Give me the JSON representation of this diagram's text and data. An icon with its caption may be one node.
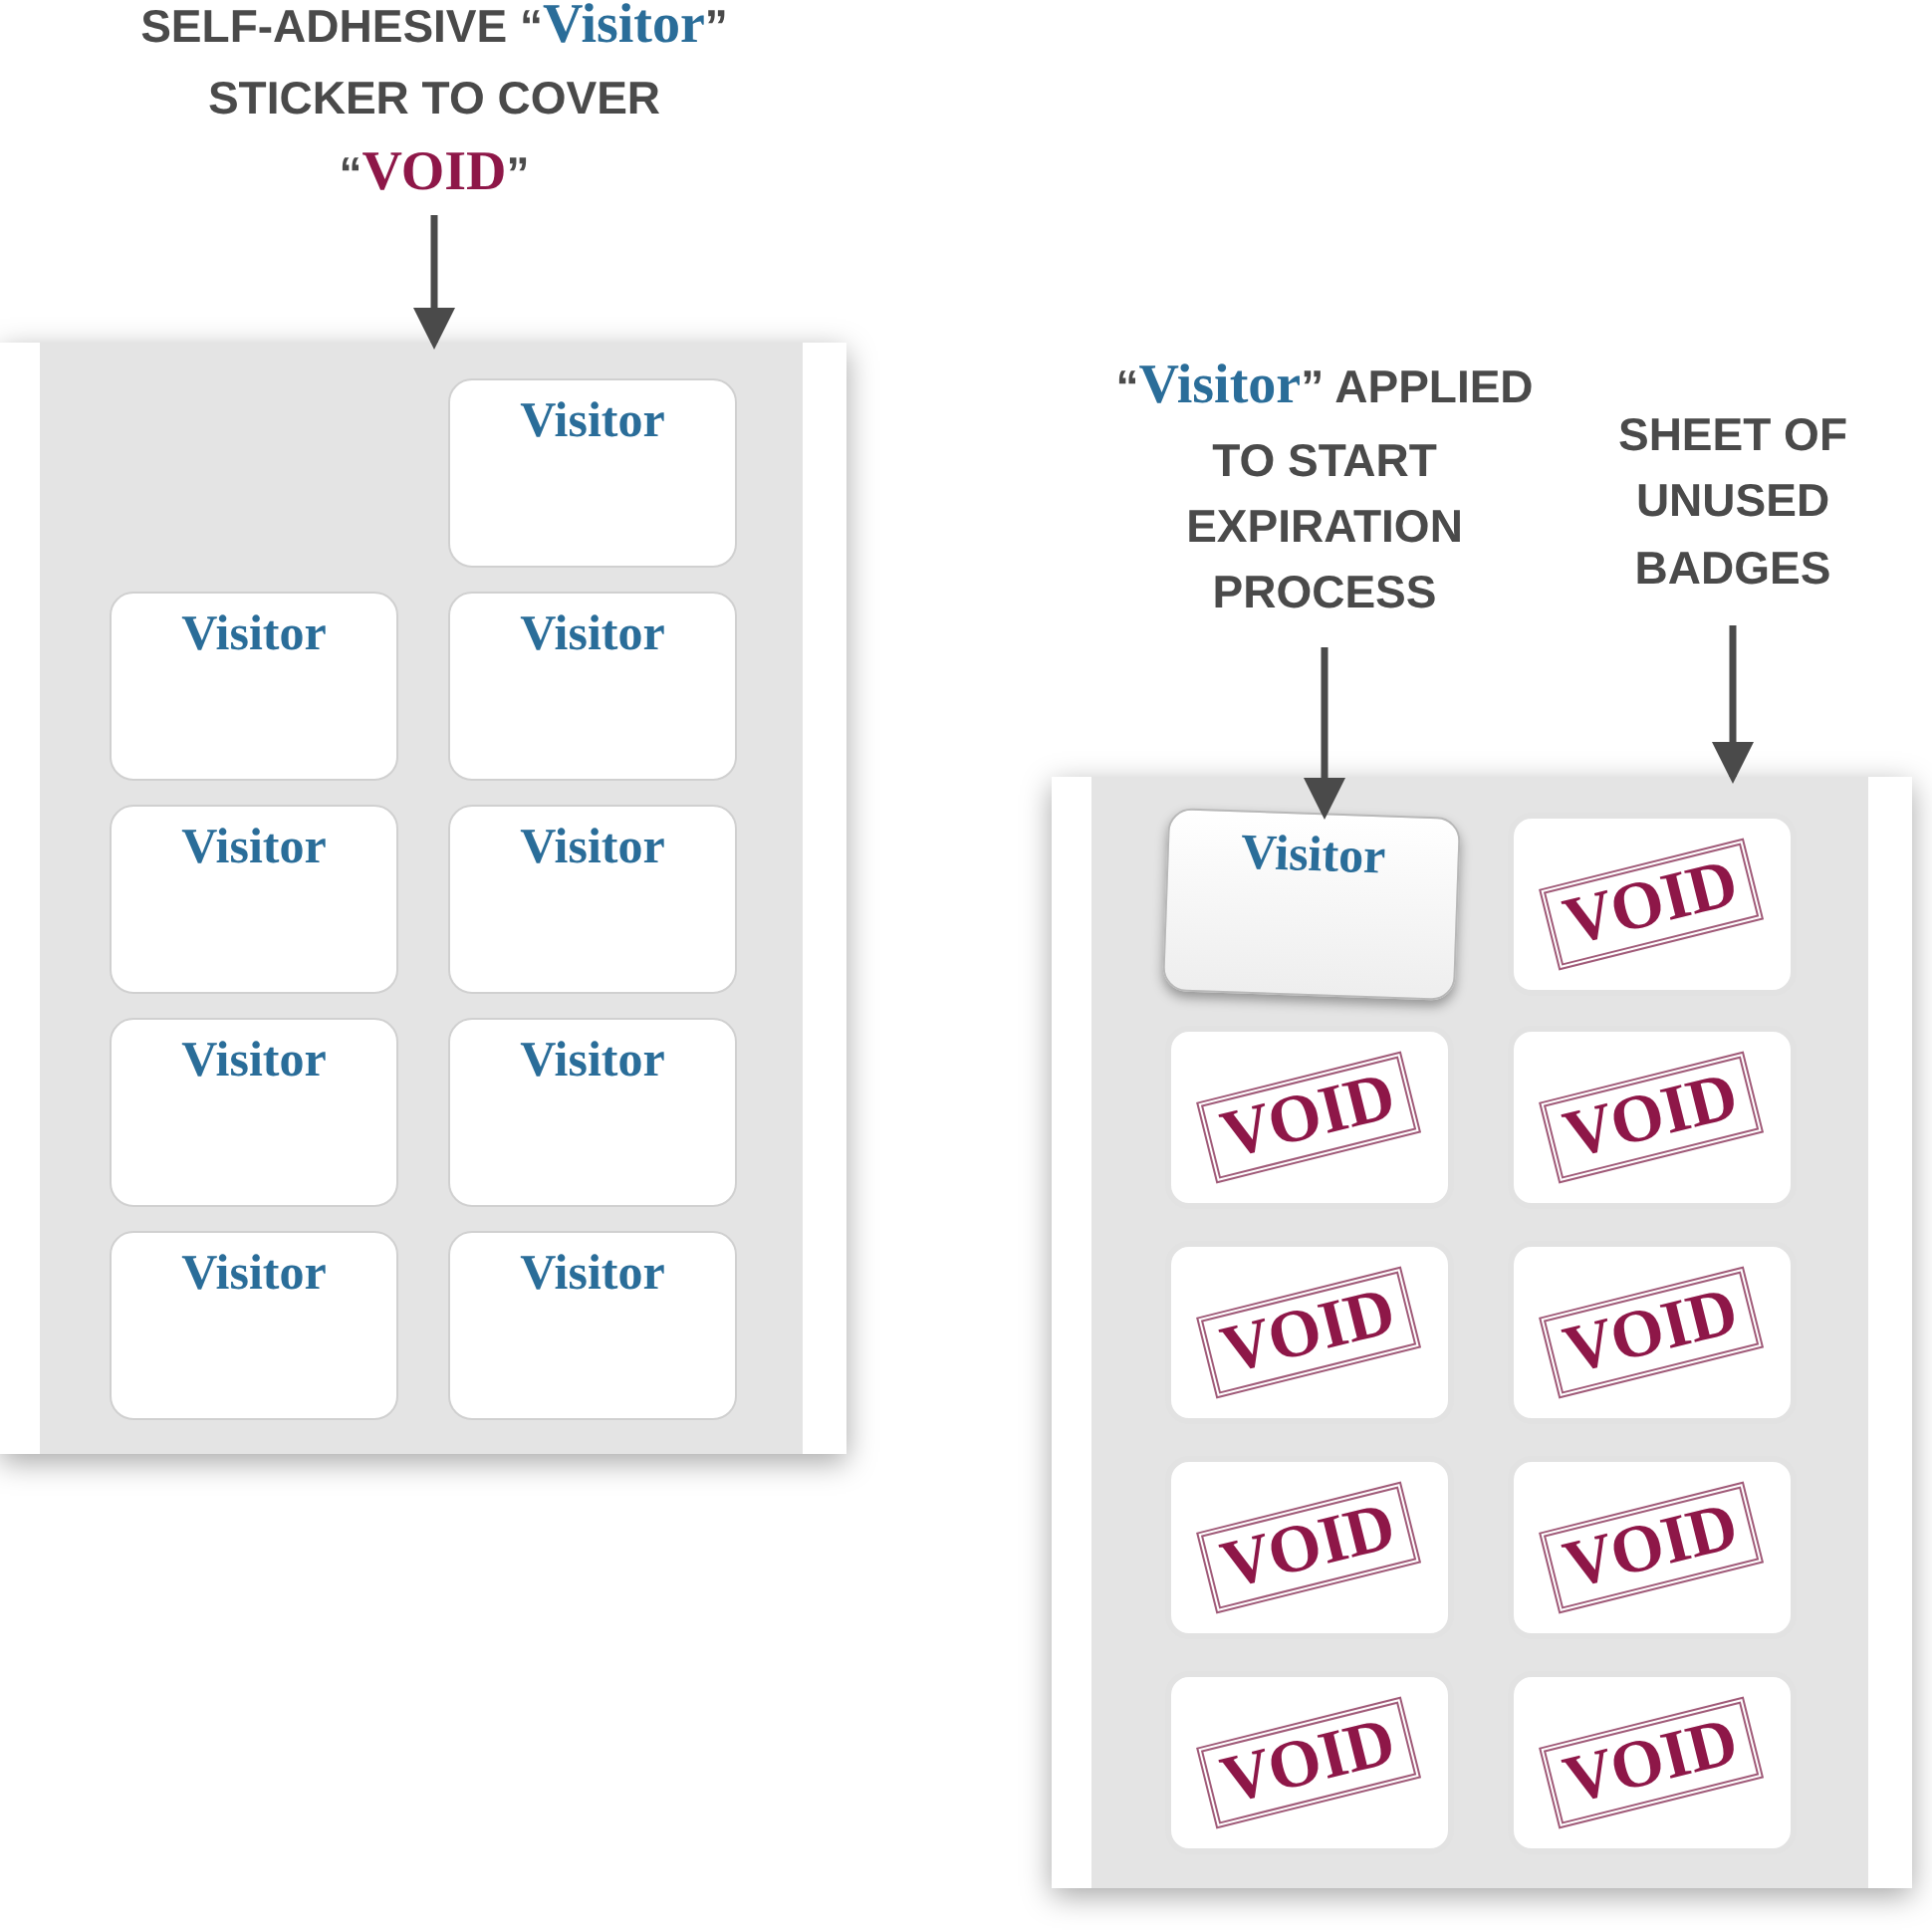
{
  "diagram": {
    "nodes": [
      {
        "text": [
          "SELF-ADHESIVE “**Visitor**” STICKER TO COVER “**VOID**”"
        ]
      },
      {
        "text": [],
        "shape": "box"
      },
      {
        "text": [
          "Visitor"
        ],
        "in": 1
      },
      {
        "text": [
          "Visitor"
        ],
        "in": 1
      },
      {
        "text": [
          "Visitor"
        ],
        "in": 1
      },
      {
        "text": [
          "Visitor"
        ],
        "in": 1
      },
      {
        "text": [
          "Visitor"
        ],
        "in": 1
      },
      {
        "text": [
          "Visitor"
        ],
        "in": 1
      },
      {
        "text": [
          "Visitor"
        ],
        "in": 1
      },
      {
        "text": [
          "Visitor"
        ],
        "in": 1
      },
      {
        "text": [
          "Visitor"
        ],
        "in": 1
      },
      {
        "text": [
          "“**Visitor**” APPLIED TO START EXPIRATION PROCESS"
        ]
      },
      {
        "text": [
          "SHEET OF UNUSED BADGES"
        ]
      },
      {
        "text": [],
        "shape": "box"
      },
      {
        "text": [
          "Visitor"
        ],
        "in": 13
      },
      {
        "text": [
          "VOID"
        ],
        "in": 13
      },
      {
        "text": [
          "VOID"
        ],
        "in": 13
      },
      {
        "text": [
          "VOID"
        ],
        "in": 13
      },
      {
        "text": [
          "VOID"
        ],
        "in": 13
      },
      {
        "text": [
          "VOID"
        ],
        "in": 13
      },
      {
        "text": [
          "VOID"
        ],
        "in": 13
      },
      {
        "text": [
          "VOID"
        ],
        "in": 13
      },
      {
        "text": [
          "VOID"
        ],
        "in": 13
      },
      {
        "text": [
          "VOID"
        ],
        "in": 13
      }
    ],
    "edges": [
      {
        "from": 0,
        "to": 1,
        "arrow": "to"
      },
      {
        "from": 11,
        "to": 14,
        "arrow": "to"
      },
      {
        "from": 12,
        "to": 13,
        "arrow": "to"
      }
    ]
  }
}
